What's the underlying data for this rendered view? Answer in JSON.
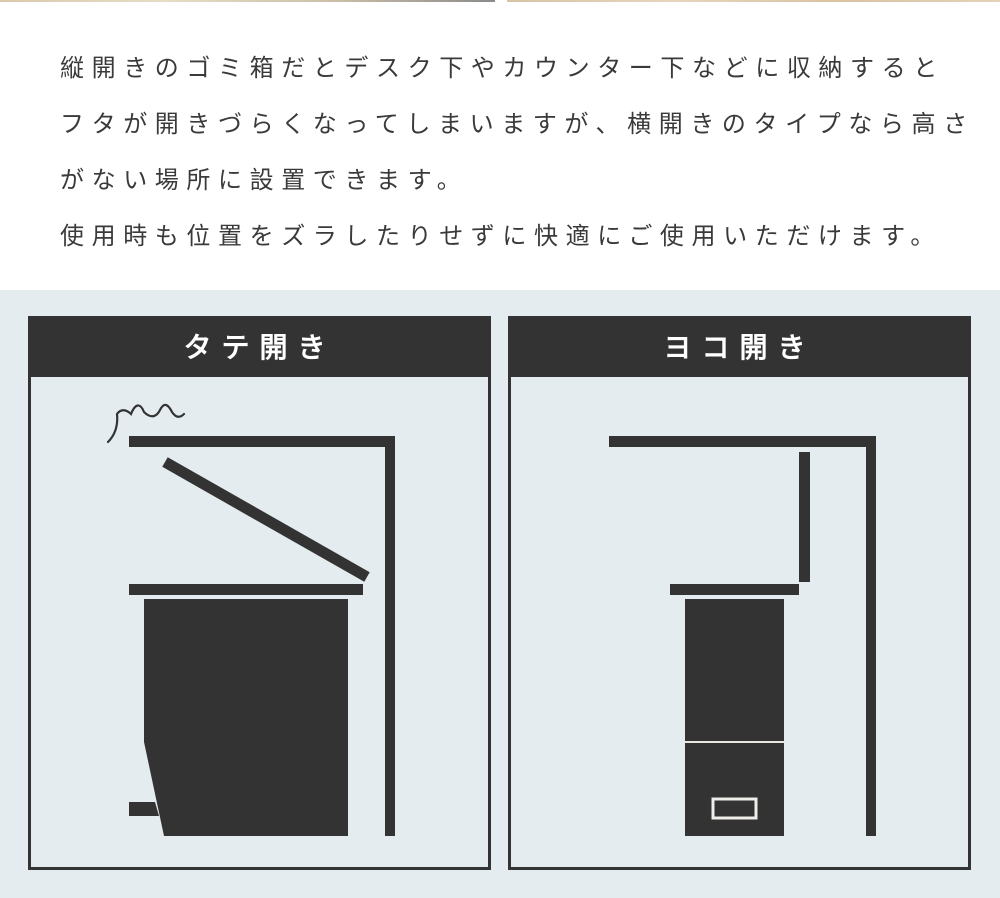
{
  "intro": {
    "lines": [
      "縦開きのゴミ箱だとデスク下やカウンター下などに収納すると",
      "フタが開きづらくなってしまいますが、横開きのタイプなら高さ",
      "がない場所に設置できます。",
      "使用時も位置をズラしたりせずに快適にご使用いただけます。"
    ]
  },
  "comparison": {
    "background_color": "#e5ecf0",
    "panels": [
      {
        "title": "タテ開き",
        "illustration": "vertical-lid-trash-can-under-counter-lid-hits-counter",
        "colors": {
          "fill": "#333333"
        }
      },
      {
        "title": "ヨコ開き",
        "illustration": "side-opening-trash-can-under-counter",
        "colors": {
          "fill": "#333333"
        }
      }
    ]
  }
}
